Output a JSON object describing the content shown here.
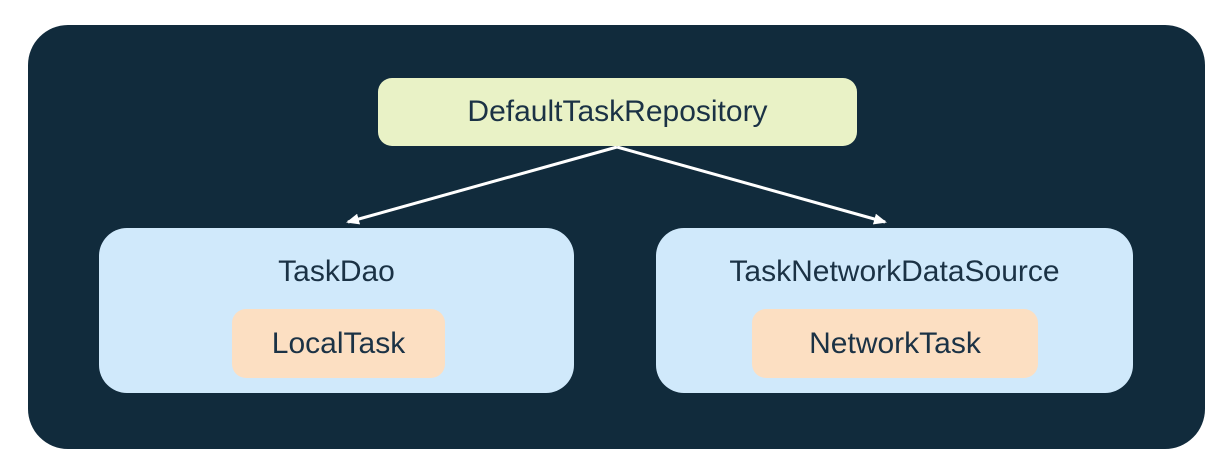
{
  "diagram": {
    "nodes": {
      "repository": {
        "label": "DefaultTaskRepository"
      },
      "local_source": {
        "title": "TaskDao",
        "entity": "LocalTask"
      },
      "network_source": {
        "title": "TaskNetworkDataSource",
        "entity": "NetworkTask"
      }
    },
    "edges": [
      {
        "from": "DefaultTaskRepository",
        "to": "TaskDao"
      },
      {
        "from": "DefaultTaskRepository",
        "to": "TaskNetworkDataSource"
      }
    ],
    "colors": {
      "page_background": "#ffffff",
      "panel_background": "#112b3c",
      "repository_fill": "#e9f2c6",
      "source_fill": "#d0e9fb",
      "entity_fill": "#fcdfc2",
      "text": "#1b3245",
      "arrow": "#ffffff"
    }
  }
}
